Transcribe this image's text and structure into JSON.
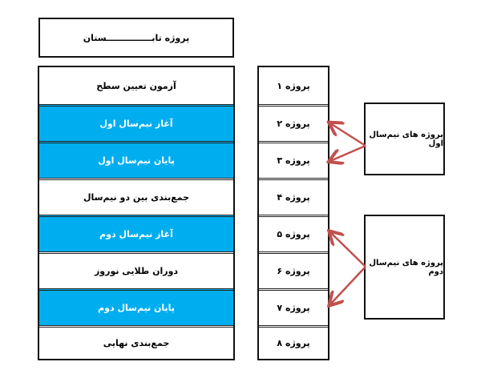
{
  "title": "پروژه تابـــــــــــــــستان",
  "stages": [
    {
      "label": "آزمون تعیین سطح",
      "highlight": false
    },
    {
      "label": "آغاز نیم‌سال اول",
      "highlight": true
    },
    {
      "label": "پایان نیم‌سال اول",
      "highlight": true
    },
    {
      "label": "جمع‌بندی بین دو نیم‌سال",
      "highlight": false
    },
    {
      "label": "آغاز نیم‌سال دوم",
      "highlight": true
    },
    {
      "label": "دوران طلایی نوروز",
      "highlight": false
    },
    {
      "label": "پایان نیم‌سال دوم",
      "highlight": true
    },
    {
      "label": "جمع‌بندی نهایی",
      "highlight": false
    }
  ],
  "projects": [
    "پروژه ۱",
    "پروژه ۲",
    "پروژه ۳",
    "پروژه ۴",
    "پروژه ۵",
    "پروژه ۶",
    "پروژه ۷",
    "پروژه ۸"
  ],
  "groups": {
    "first": "پروژه های نیم‌سال اول",
    "second": "پروژه های نیم‌سال دوم"
  },
  "colors": {
    "highlight": "#00aeef",
    "arrow": "#c0504d"
  }
}
